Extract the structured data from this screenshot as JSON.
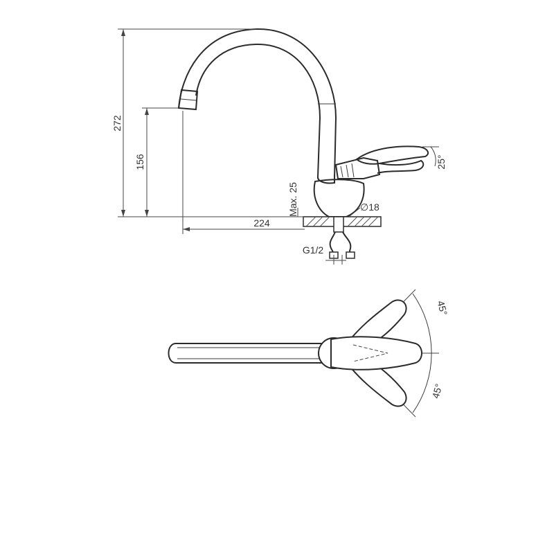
{
  "dimensions": {
    "height_total": "272",
    "spout_height": "156",
    "max_thickness": "Max. 25",
    "reach": "224",
    "hole_diameter": "∅18",
    "lever_angle": "25°",
    "thread": "G1/2",
    "swing_left": "45°",
    "swing_right": "45°"
  }
}
